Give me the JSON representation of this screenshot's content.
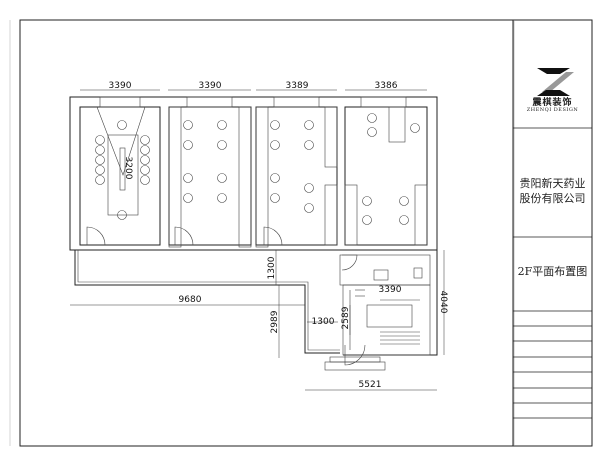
{
  "title_block": {
    "logo_name": "震棋装饰",
    "logo_sub": "ZHENQI DESIGN",
    "client_name_line1": "贵阳新天药业",
    "client_name_line2": "股份有限公司",
    "drawing_title": "2F平面布置图"
  },
  "dimensions": {
    "room_widths": [
      "3390",
      "3390",
      "3389",
      "3386"
    ],
    "meeting_room_length": "3200",
    "corridor_length": "9680",
    "corridor_width": "1300",
    "corridor_width_2": "1300",
    "stair_run": "2989",
    "stair_width": "3390",
    "stair_depth": "2589",
    "right_height": "4040",
    "bottom_width": "5521"
  }
}
